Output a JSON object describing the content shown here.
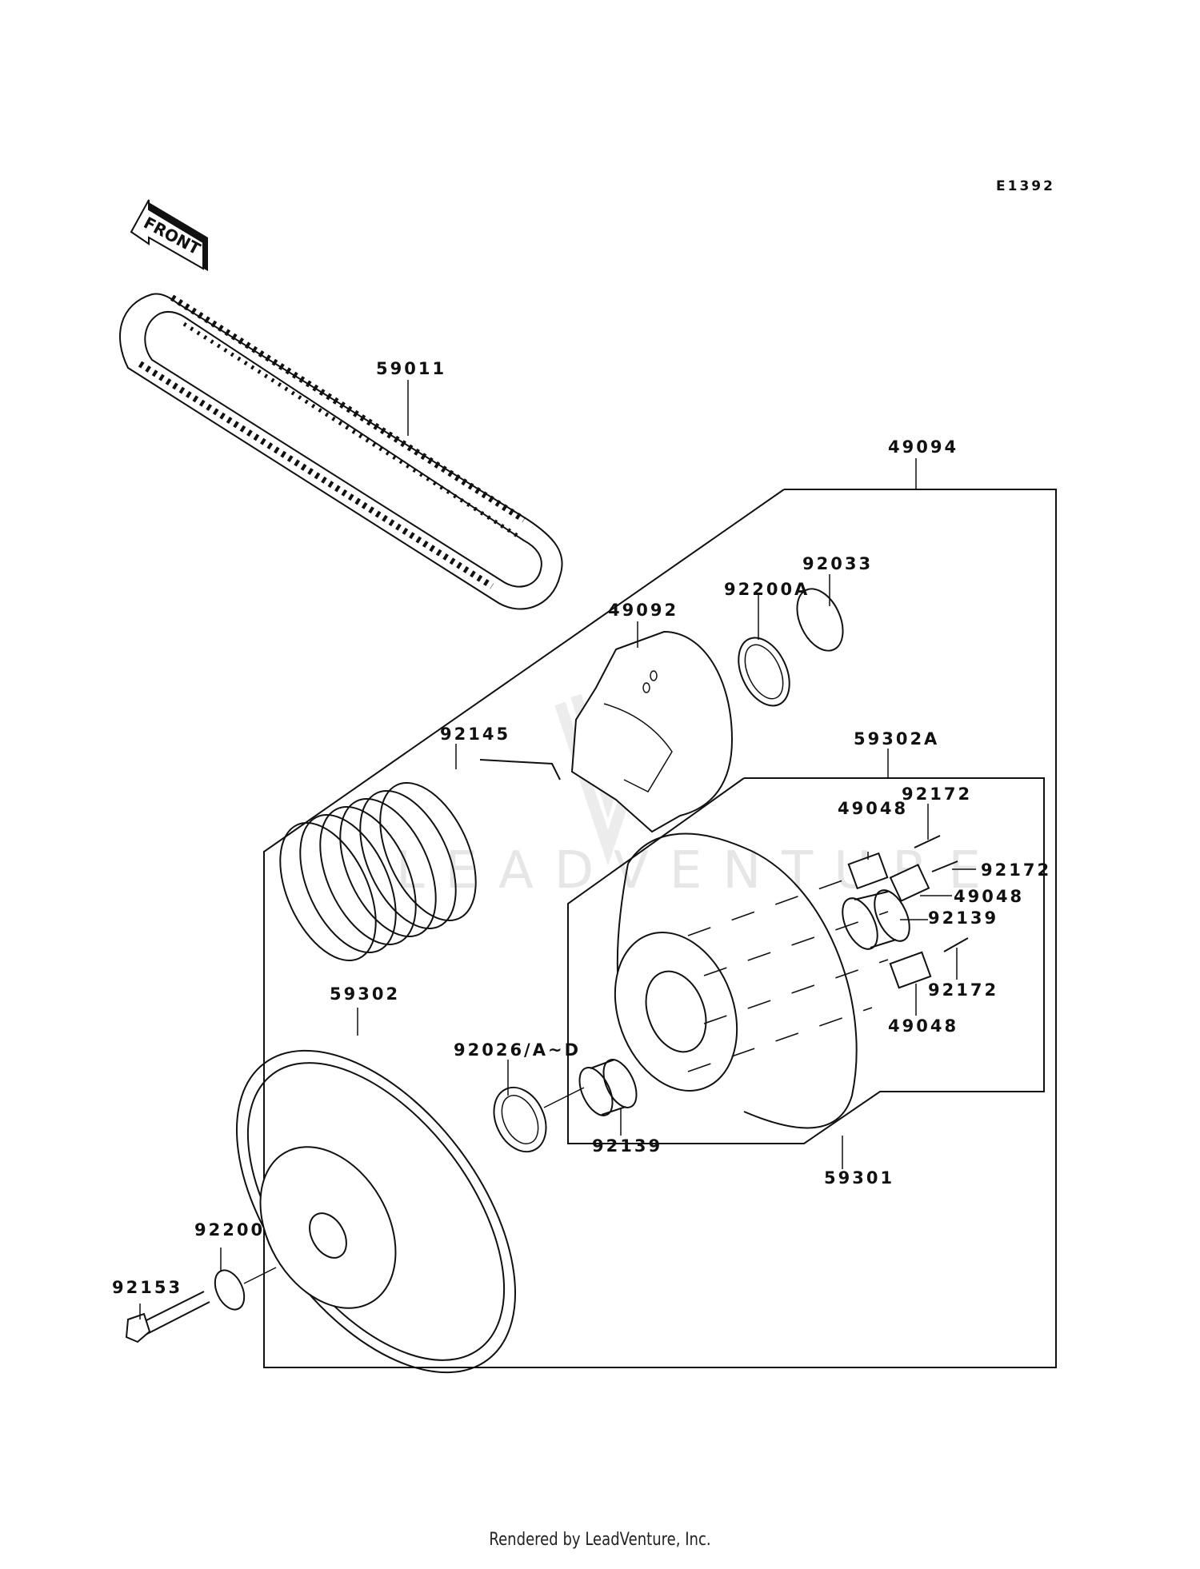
{
  "diagram": {
    "title": "Driven Converter / Drive Belt Parts Diagram",
    "code": "E1392",
    "front_indicator": "FRONT",
    "watermark": "LEADVENTURE"
  },
  "parts": [
    {
      "ref": "59011",
      "name": "drive-belt"
    },
    {
      "ref": "49094",
      "name": "driven-converter-assembly"
    },
    {
      "ref": "92033",
      "name": "snap-ring"
    },
    {
      "ref": "92200A",
      "name": "washer"
    },
    {
      "ref": "49092",
      "name": "cam"
    },
    {
      "ref": "92145",
      "name": "spring"
    },
    {
      "ref": "59302A",
      "name": "sheave-sub-assembly"
    },
    {
      "ref": "92172",
      "name": "screw-top"
    },
    {
      "ref": "49048",
      "name": "shoe-top"
    },
    {
      "ref": "92172",
      "name": "screw-middle"
    },
    {
      "ref": "49048",
      "name": "shoe-middle"
    },
    {
      "ref": "92139",
      "name": "bushing-upper"
    },
    {
      "ref": "92172",
      "name": "screw-lower"
    },
    {
      "ref": "49048",
      "name": "shoe-lower"
    },
    {
      "ref": "59302",
      "name": "fixed-sheave"
    },
    {
      "ref": "92026/A~D",
      "name": "spacer"
    },
    {
      "ref": "92139",
      "name": "bushing-lower"
    },
    {
      "ref": "59301",
      "name": "movable-sheave"
    },
    {
      "ref": "92200",
      "name": "washer-small"
    },
    {
      "ref": "92153",
      "name": "bolt"
    }
  ],
  "footer": "Rendered by LeadVenture, Inc."
}
